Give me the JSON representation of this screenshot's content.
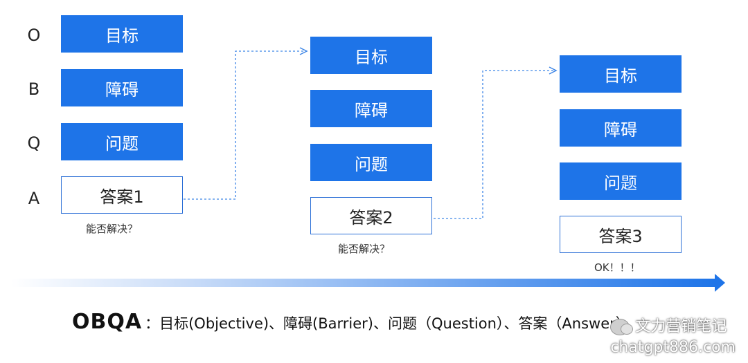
{
  "row_letters": [
    "O",
    "B",
    "Q",
    "A"
  ],
  "columns": [
    {
      "goal": "目标",
      "barrier": "障碍",
      "question": "问题",
      "answer": "答案1",
      "caption": "能否解决？"
    },
    {
      "goal": "目标",
      "barrier": "障碍",
      "question": "问题",
      "answer": "答案2",
      "caption": "能否解决？"
    },
    {
      "goal": "目标",
      "barrier": "障碍",
      "question": "问题",
      "answer": "答案3",
      "caption": "OK！！！"
    }
  ],
  "footer": {
    "acronym": "OBQA",
    "text": "：目标(Objective)、障碍(Barrier)、问题（Question）、答案（Answer）"
  },
  "watermark": {
    "line1": "文力营销笔记",
    "line2": "chatgpt886.com",
    "logo_icon": "wechat-icon"
  },
  "colors": {
    "box_blue": "#1e74e8",
    "arrow_blue": "#1e74e8"
  }
}
